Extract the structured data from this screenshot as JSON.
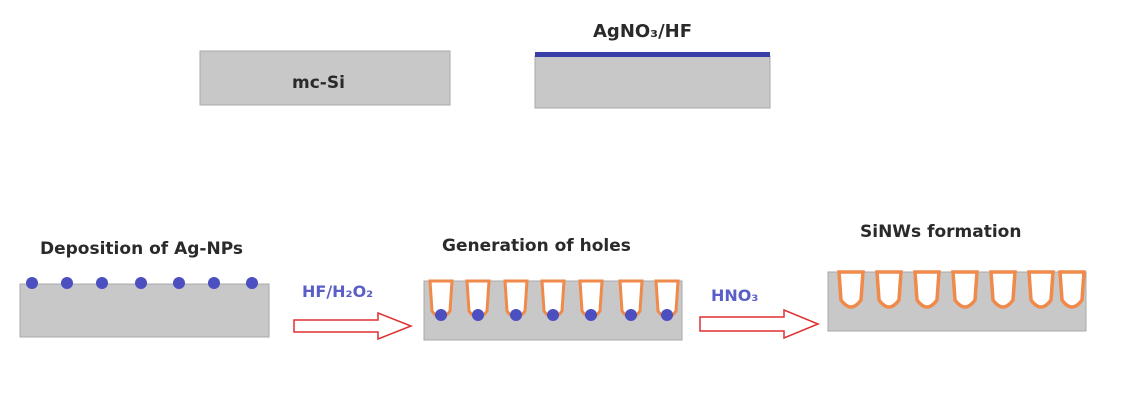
{
  "labels": {
    "mc_si": "mc-Si",
    "agno3_hf": "AgNO₃/HF",
    "deposition": "Deposition of Ag-NPs",
    "holes": "Generation of holes",
    "sinws": "SiNWs formation"
  },
  "reagents": {
    "hf_h2o2": "HF/H₂O₂",
    "hno3": "HNO₃"
  },
  "colors": {
    "silicon": "#c8c8c8",
    "silicon_edge": "#9a9a9a",
    "ag_particle": "#4b4fbf",
    "ag_layer": "#3a3fa8",
    "etch_outline": "#f08a4b",
    "arrow": "#e03030",
    "reagent_text": "#5a5fc8"
  },
  "icons": [
    "right-arrow-icon"
  ]
}
